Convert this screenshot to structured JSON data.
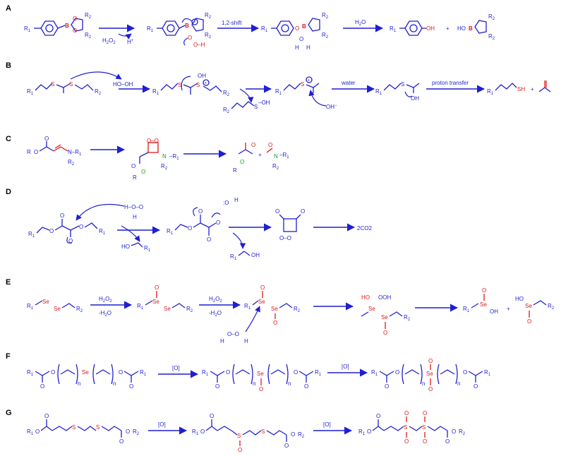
{
  "panels": {
    "A": {
      "label": "A",
      "arrow_labels": [
        "H2O2",
        "H+",
        "1,2-shift",
        "H2O"
      ],
      "symbols": [
        "R1",
        "B",
        "O",
        "R2",
        "OH",
        "HO",
        "H"
      ]
    },
    "B": {
      "label": "B",
      "arrow_labels": [
        "water",
        "proton transfer"
      ],
      "symbols": [
        "R1",
        "S",
        "R2",
        "OH",
        "HO",
        "SH",
        "SOH",
        "OH-"
      ]
    },
    "C": {
      "label": "C",
      "symbols": [
        "R1",
        "R2",
        "R",
        "O",
        "N"
      ]
    },
    "D": {
      "label": "D",
      "products": "2CO2",
      "symbols": [
        "R1",
        "O",
        "H",
        "OH"
      ]
    },
    "E": {
      "label": "E",
      "arrow_labels": [
        "H2O2",
        "-H2O"
      ],
      "symbols": [
        "R1",
        "R2",
        "Se",
        "O",
        "OH",
        "OOH",
        "HO"
      ]
    },
    "F": {
      "label": "F",
      "arrow_labels": [
        "[O]"
      ],
      "symbols": [
        "R1",
        "Se",
        "O",
        "n"
      ]
    },
    "G": {
      "label": "G",
      "arrow_labels": [
        "[O]"
      ],
      "symbols": [
        "R1",
        "R2",
        "S",
        "O"
      ]
    }
  }
}
